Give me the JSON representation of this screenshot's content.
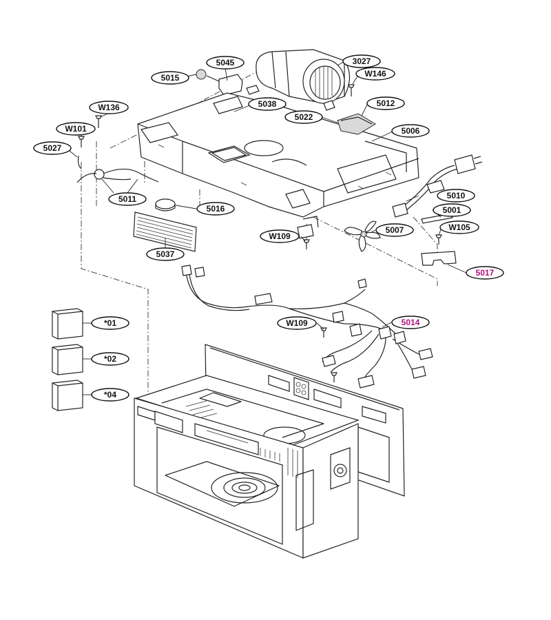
{
  "colors": {
    "line": "#222222",
    "highlight": "#b0107a",
    "background": "#ffffff"
  },
  "callouts": {
    "c5045": "5045",
    "c3027": "3027",
    "c5015": "5015",
    "cW146": "W146",
    "c5012": "5012",
    "c5038": "5038",
    "c5022": "5022",
    "cW136": "W136",
    "c5006": "5006",
    "cW101": "W101",
    "c5027": "5027",
    "c5010": "5010",
    "c5011": "5011",
    "c5016": "5016",
    "c5001": "5001",
    "cW105": "W105",
    "c5007": "5007",
    "cW109a": "W109",
    "c5037": "5037",
    "c5017": "5017",
    "cW109b": "W109",
    "c5014": "5014",
    "c01": "*01",
    "c02": "*02",
    "c04": "*04"
  }
}
